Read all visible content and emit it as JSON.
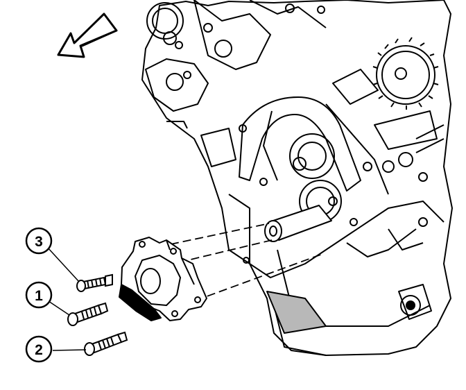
{
  "callouts": [
    {
      "label": "3",
      "part": "bolt"
    },
    {
      "label": "1",
      "part": "bolt"
    },
    {
      "label": "2",
      "part": "bolt"
    }
  ],
  "direction_icon": "arrow-left-icon",
  "colors": {
    "ink": "#000000",
    "paper": "#ffffff",
    "shade": "#b8b8b8"
  }
}
